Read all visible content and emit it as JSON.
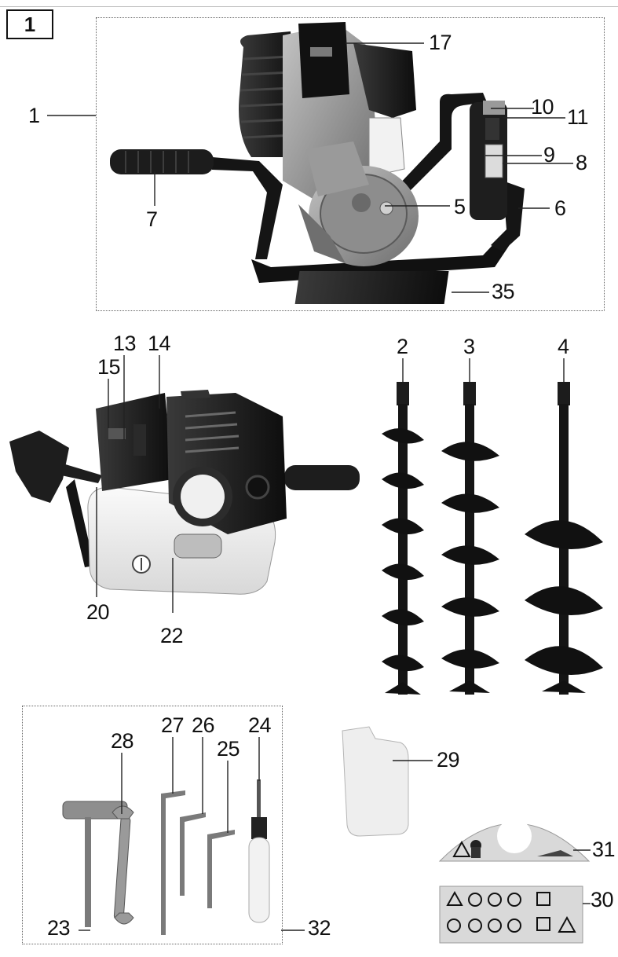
{
  "figure": {
    "number": "1"
  },
  "labels": {
    "l1": "1",
    "l2": "2",
    "l3": "3",
    "l4": "4",
    "l5": "5",
    "l6": "6",
    "l7": "7",
    "l8": "8",
    "l9": "9",
    "l10": "10",
    "l11": "11",
    "l13": "13",
    "l14": "14",
    "l15": "15",
    "l17": "17",
    "l20": "20",
    "l22": "22",
    "l23": "23",
    "l24": "24",
    "l25": "25",
    "l26": "26",
    "l27": "27",
    "l28": "28",
    "l29": "29",
    "l30": "30",
    "l31": "31",
    "l32": "32",
    "l35": "35"
  },
  "icons": {
    "engine_top": "auger-powerhead-icon",
    "engine_side": "engine-side-view-icon",
    "augers": "auger-bit-icon",
    "tools": [
      "spark-plug-wrench-icon",
      "open-end-wrench-icon",
      "hex-key-icon",
      "screwdriver-icon"
    ],
    "bottle": "fuel-mixing-bottle-icon",
    "decals": [
      "warning-label-icon",
      "safety-symbols-label-icon"
    ]
  },
  "colors": {
    "line": "#111111",
    "frame": "#666666",
    "metal": "#8a8a8a",
    "dark": "#1a1a1a"
  }
}
